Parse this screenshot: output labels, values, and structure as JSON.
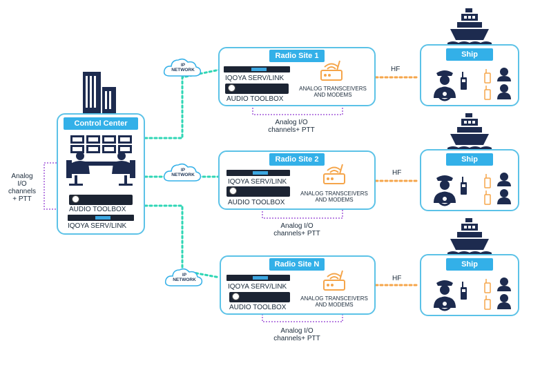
{
  "control_center": {
    "title": "Control Center",
    "audio_toolbox": "AUDIO TOOLBOX",
    "serv_link": "IQOYA SERV/LINK",
    "side_label_lines": [
      "Analog",
      "I/O",
      "channels",
      "+ PTT"
    ]
  },
  "clouds": [
    {
      "lines": [
        "IP",
        "NETWORK"
      ]
    },
    {
      "lines": [
        "IP",
        "NETWORK"
      ]
    },
    {
      "lines": [
        "IP",
        "NETWORK"
      ]
    }
  ],
  "radio_sites": [
    {
      "title": "Radio Site 1",
      "serv_link": "IQOYA SERV/LINK",
      "audio_toolbox": "AUDIO TOOLBOX",
      "transceivers": [
        "ANALOG TRANSCEIVERS",
        "AND MODEMS"
      ],
      "channels": [
        "Analog I/O",
        "channels+ PTT"
      ],
      "hf": "HF"
    },
    {
      "title": "Radio Site 2",
      "serv_link": "IQOYA SERV/LINK",
      "audio_toolbox": "AUDIO TOOLBOX",
      "transceivers": [
        "ANALOG TRANSCEIVERS",
        "AND MODEMS"
      ],
      "channels": [
        "Analog I/O",
        "channels+ PTT"
      ],
      "hf": "HF"
    },
    {
      "title": "Radio Site N",
      "serv_link": "IQOYA SERV/LINK",
      "audio_toolbox": "AUDIO TOOLBOX",
      "transceivers": [
        "ANALOG TRANSCEIVERS",
        "AND MODEMS"
      ],
      "channels": [
        "Analog I/O",
        "channels+ PTT"
      ],
      "hf": "HF"
    }
  ],
  "ships": [
    {
      "title": "Ship"
    },
    {
      "title": "Ship"
    },
    {
      "title": "Ship"
    }
  ],
  "colors": {
    "box_border": "#5bc2e7",
    "badge": "#33b0e8",
    "ip_link": "#2fd6b5",
    "hf_link": "#f5a54a",
    "analog_link": "#a259d9",
    "icon_dark": "#1d2b4f",
    "transceiver": "#f5a54a"
  }
}
